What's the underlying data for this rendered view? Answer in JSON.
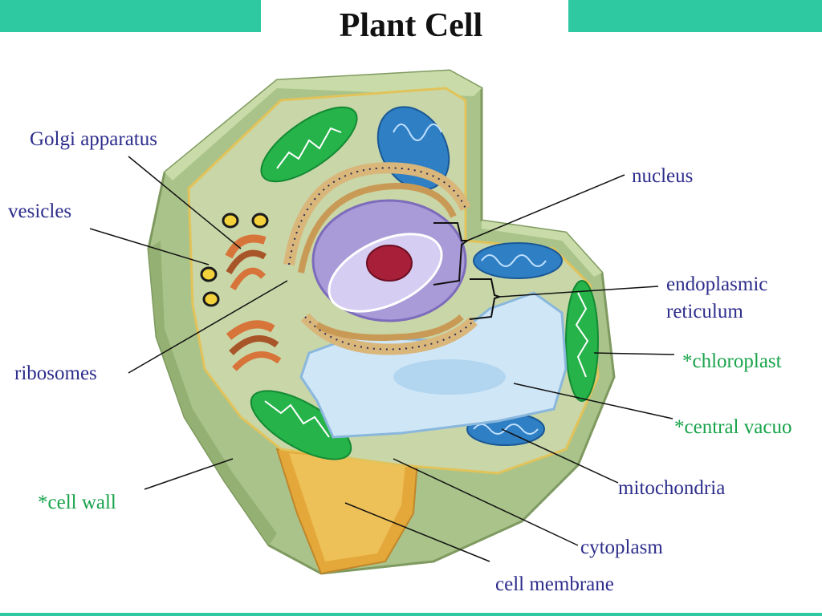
{
  "title": "Plant Cell",
  "colors": {
    "banner": "#2ec9a0",
    "label_blue": "#2d2d8c",
    "label_green": "#17a34a",
    "cell_wall": "#a9c38a",
    "cytoplasm": "#c9d6a8",
    "chloroplast": "#26b34a",
    "mitochondria": "#2f7fc4",
    "vacuole": "#cfe6f6",
    "nucleus": "#a99ad8",
    "nucleolus": "#a81f3a",
    "golgi": "#d7743a",
    "er": "#d9b67a"
  },
  "labels": {
    "golgi": "Golgi apparatus",
    "vesicles": "vesicles",
    "ribosomes": "ribosomes",
    "cell_wall": "*cell wall",
    "nucleus": "nucleus",
    "er_line1": "endoplasmic",
    "er_line2": "reticulum",
    "chloroplast": "*chloroplast",
    "central_vacuole": "*central vacuo",
    "mitochondria": "mitochondria",
    "cytoplasm": "cytoplasm",
    "cell_membrane": "cell membrane"
  }
}
